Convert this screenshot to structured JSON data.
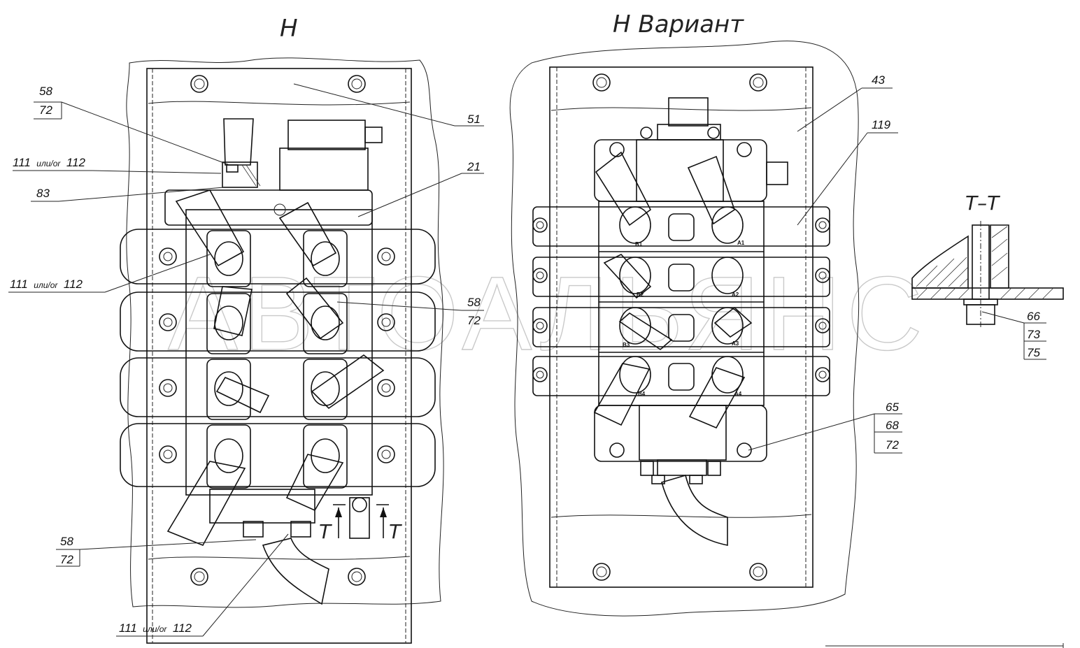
{
  "views": {
    "left_title": "Н",
    "right_title": "Н  Вариант",
    "section_title": "Т–Т"
  },
  "callouts": {
    "c58_top": "58",
    "c72_top": "72",
    "c111_a_num": "111",
    "c111_a_small": "или/or",
    "c111_a_num2": "112",
    "c83": "83",
    "c111_b_num": "111",
    "c111_b_small": "или/or",
    "c111_b_num2": "112",
    "c51": "51",
    "c21": "21",
    "c58_mid": "58",
    "c72_mid": "72",
    "c58_bot": "58",
    "c72_bot": "72",
    "c111_c_num": "111",
    "c111_c_small": "или/or",
    "c111_c_num2": "112",
    "c43": "43",
    "c119": "119",
    "c65": "65",
    "c68": "68",
    "c72_right": "72",
    "c66": "66",
    "c73": "73",
    "c75": "75",
    "section_mark_left": "T",
    "section_mark_right": "T"
  },
  "ports": {
    "b1": "B1",
    "a1": "A1",
    "b2": "B2",
    "a2": "A2",
    "b3": "B3",
    "a3": "A3",
    "b4": "B4",
    "a4": "A4"
  },
  "watermark": "АВТОАЛЬЯНС"
}
